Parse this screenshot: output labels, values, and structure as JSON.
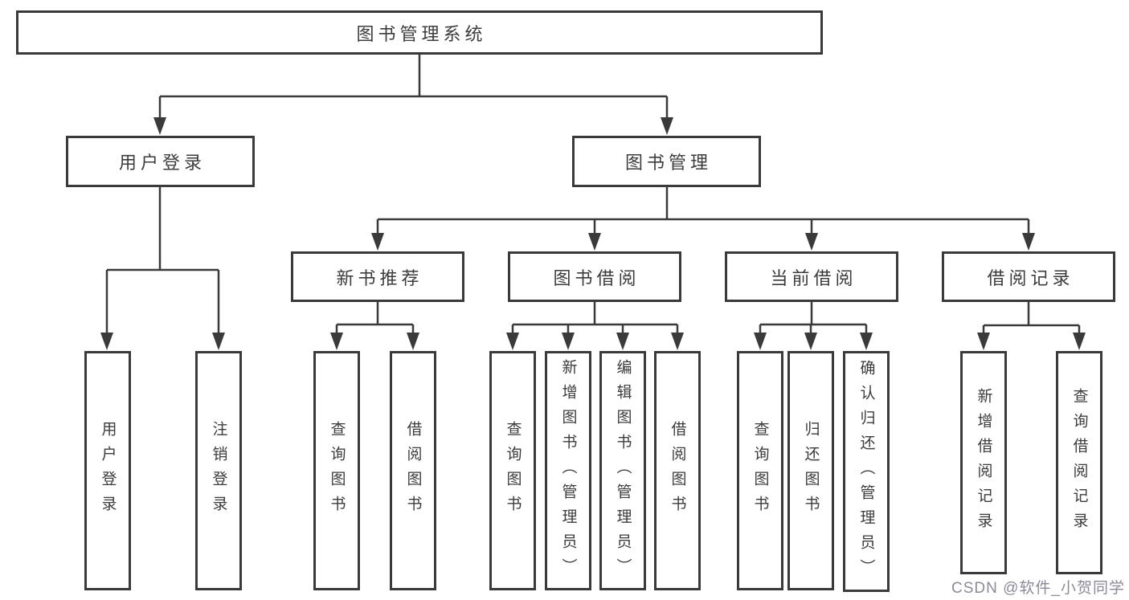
{
  "tree": {
    "label": "图书管理系统",
    "children": [
      {
        "label": "用户登录",
        "children": [
          {
            "label": "用户登录"
          },
          {
            "label": "注销登录"
          }
        ]
      },
      {
        "label": "图书管理",
        "children": [
          {
            "label": "新书推荐",
            "children": [
              {
                "label": "查询图书"
              },
              {
                "label": "借阅图书"
              }
            ]
          },
          {
            "label": "图书借阅",
            "children": [
              {
                "label": "查询图书"
              },
              {
                "label": "新增图书（管理员）"
              },
              {
                "label": "编辑图书（管理员）"
              },
              {
                "label": "借阅图书"
              }
            ]
          },
          {
            "label": "当前借阅",
            "children": [
              {
                "label": "查询图书"
              },
              {
                "label": "归还图书"
              },
              {
                "label": "确认归还（管理员）"
              }
            ]
          },
          {
            "label": "借阅记录",
            "children": [
              {
                "label": "新增借阅记录"
              },
              {
                "label": "查询借阅记录"
              }
            ]
          }
        ]
      }
    ]
  },
  "watermark": {
    "text": "CSDN @软件_小贺同学",
    "color": "#8b8b97"
  },
  "colors": {
    "background": "#ffffff",
    "box_border": "#3a3a3a",
    "connector": "#3a3a3a",
    "text": "#3c3c3c"
  }
}
